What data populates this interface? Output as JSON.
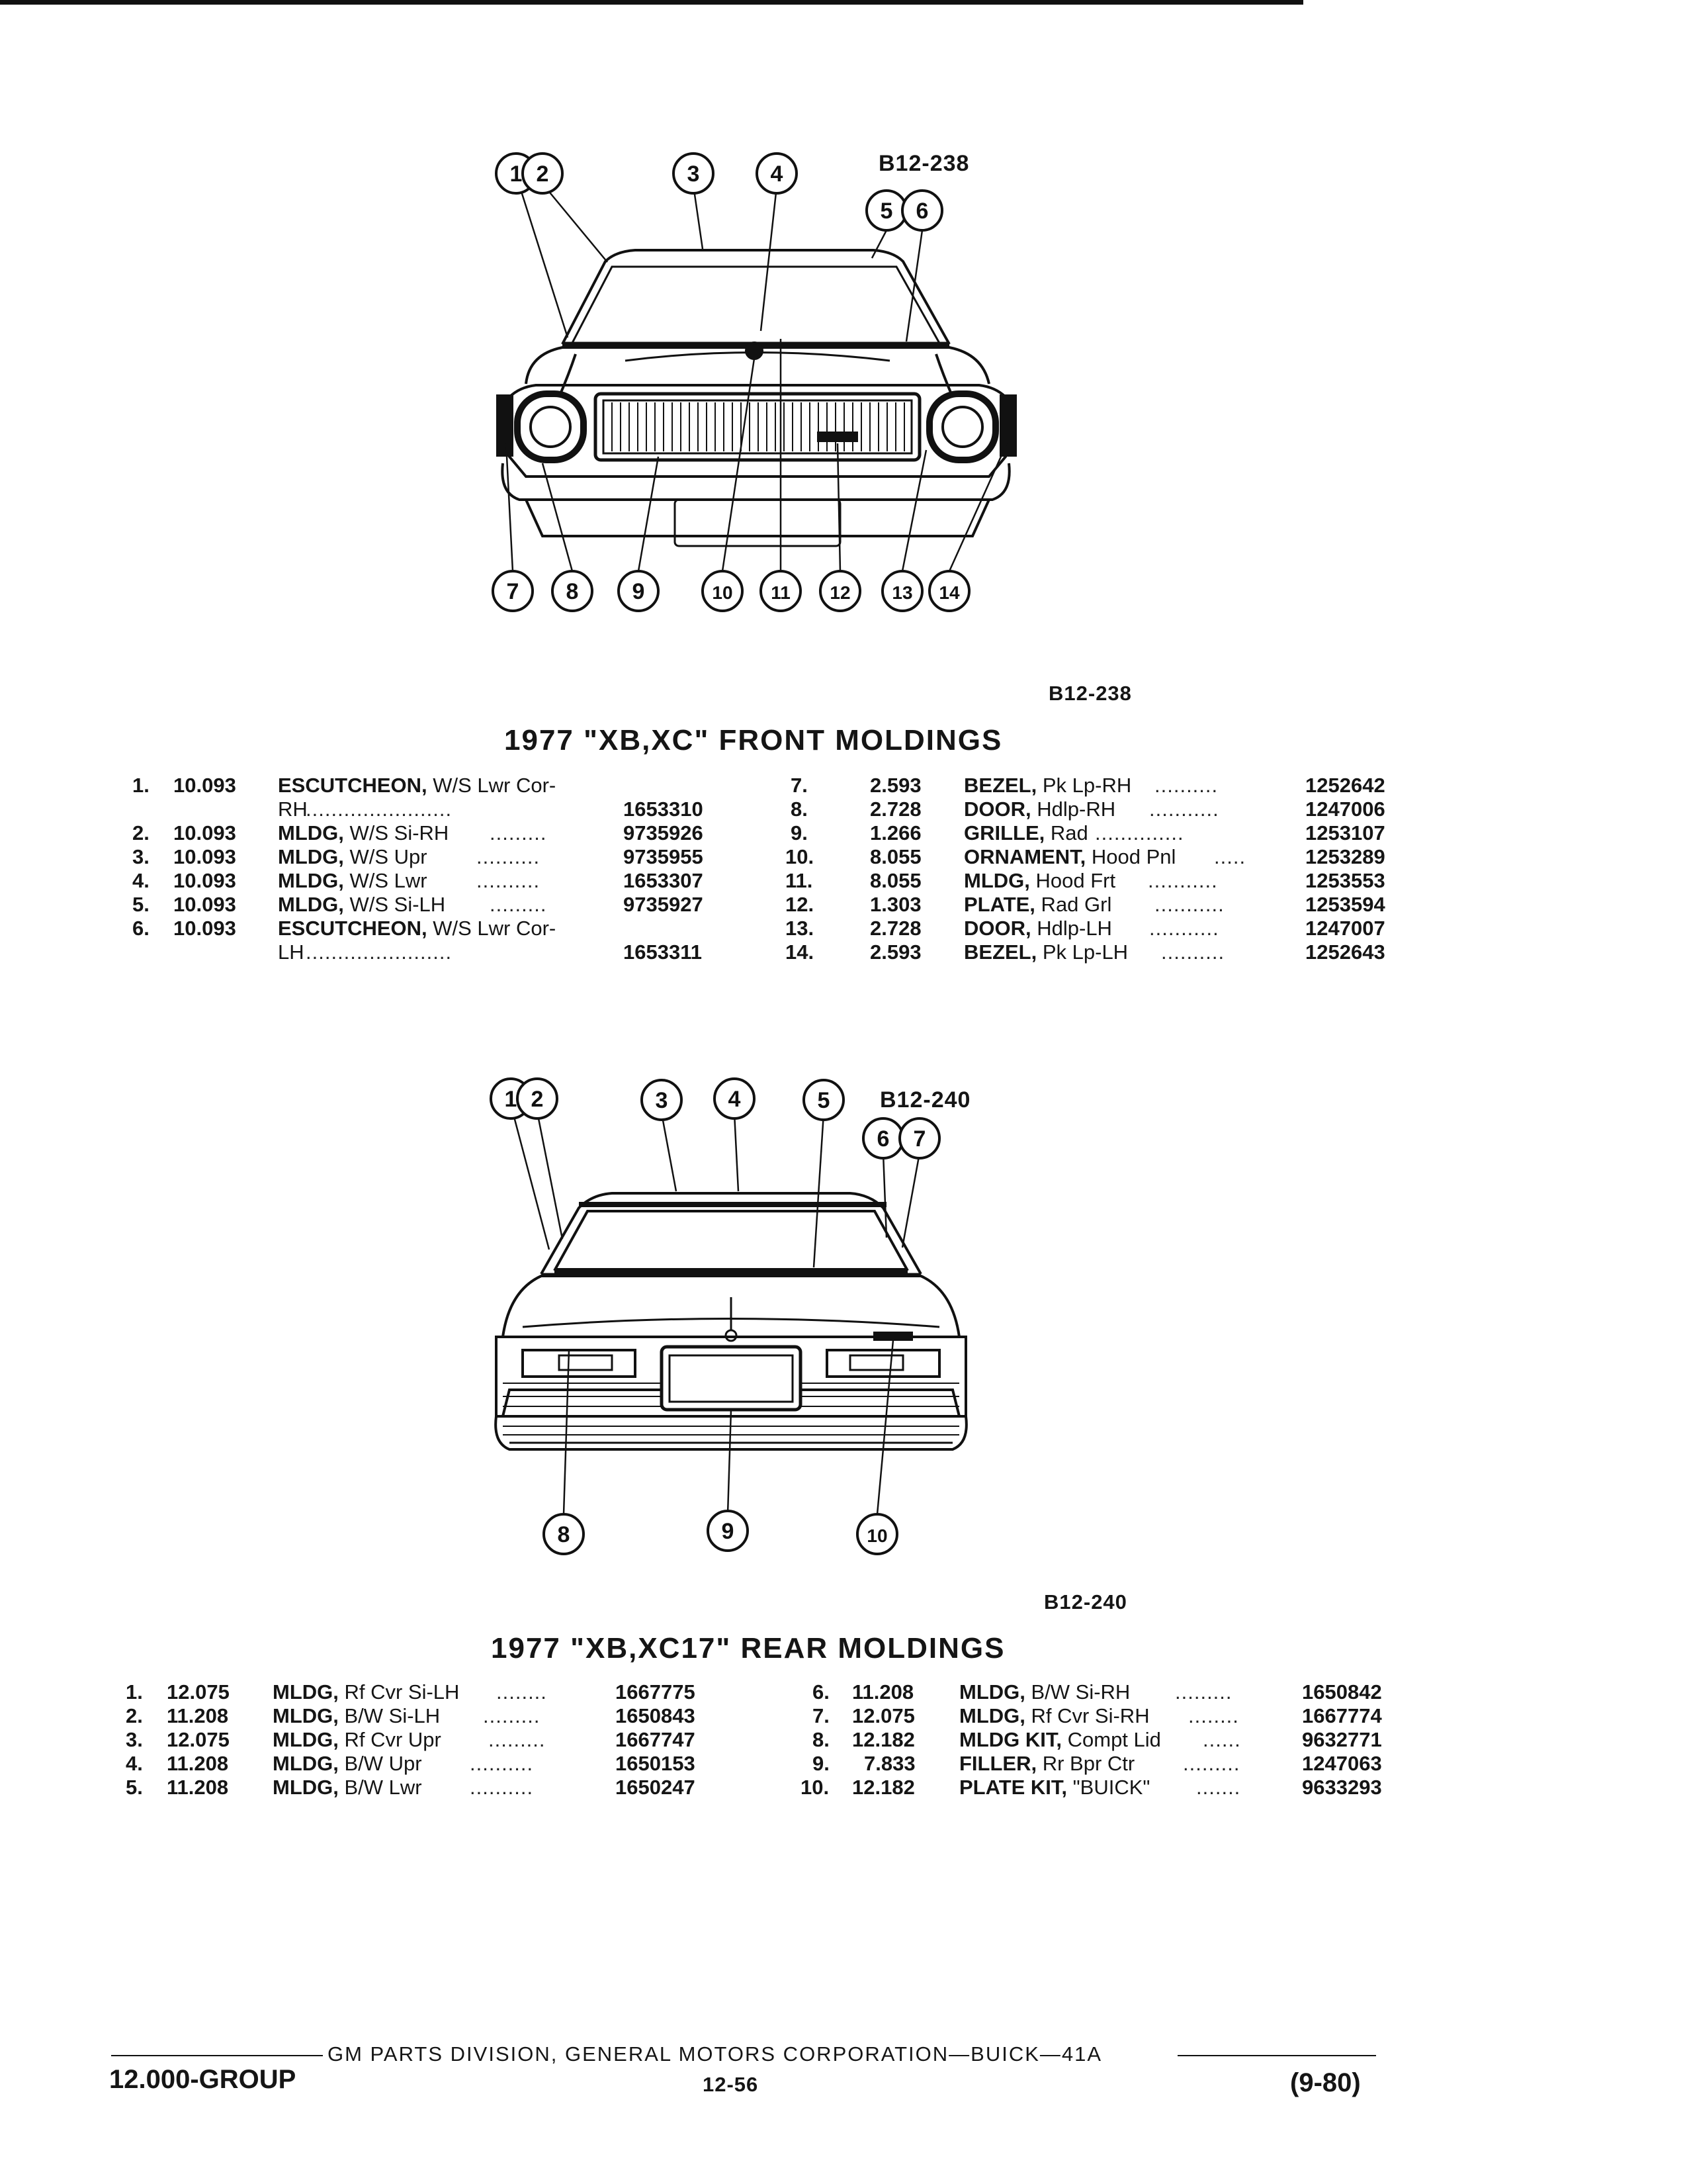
{
  "front": {
    "figure_ref_top": "B12-238",
    "figure_ref_bottom": "B12-238",
    "title": "1977 \"XB,XC\" FRONT MOLDINGS",
    "callouts_top": [
      "1",
      "2",
      "3",
      "4",
      "5",
      "6"
    ],
    "callouts_bottom": [
      "7",
      "8",
      "9",
      "10",
      "11",
      "12",
      "13",
      "14"
    ],
    "left_items": [
      {
        "no": "1.",
        "group": "10.093",
        "name": "ESCUTCHEON,",
        "desc": " W/S Lwr Cor-",
        "cont": "RH",
        "part": "1653310"
      },
      {
        "no": "2.",
        "group": "10.093",
        "name": "MLDG,",
        "desc": " W/S Si-RH",
        "part": "9735926"
      },
      {
        "no": "3.",
        "group": "10.093",
        "name": "MLDG,",
        "desc": " W/S Upr",
        "part": "9735955"
      },
      {
        "no": "4.",
        "group": "10.093",
        "name": "MLDG,",
        "desc": " W/S Lwr",
        "part": "1653307"
      },
      {
        "no": "5.",
        "group": "10.093",
        "name": "MLDG,",
        "desc": " W/S Si-LH",
        "part": "9735927"
      },
      {
        "no": "6.",
        "group": "10.093",
        "name": "ESCUTCHEON,",
        "desc": " W/S Lwr Cor-",
        "cont": "LH",
        "part": "1653311"
      }
    ],
    "right_items": [
      {
        "no": "7.",
        "group": "2.593",
        "name": "BEZEL,",
        "desc": " Pk Lp-RH",
        "part": "1252642"
      },
      {
        "no": "8.",
        "group": "2.728",
        "name": "DOOR,",
        "desc": " Hdlp-RH",
        "part": "1247006"
      },
      {
        "no": "9.",
        "group": "1.266",
        "name": "GRILLE,",
        "desc": " Rad",
        "part": "1253107"
      },
      {
        "no": "10.",
        "group": "8.055",
        "name": "ORNAMENT,",
        "desc": " Hood Pnl",
        "part": "1253289"
      },
      {
        "no": "11.",
        "group": "8.055",
        "name": "MLDG,",
        "desc": " Hood Frt",
        "part": "1253553"
      },
      {
        "no": "12.",
        "group": "1.303",
        "name": "PLATE,",
        "desc": " Rad Grl",
        "part": "1253594"
      },
      {
        "no": "13.",
        "group": "2.728",
        "name": "DOOR,",
        "desc": " Hdlp-LH",
        "part": "1247007"
      },
      {
        "no": "14.",
        "group": "2.593",
        "name": "BEZEL,",
        "desc": " Pk Lp-LH",
        "part": "1252643"
      }
    ]
  },
  "rear": {
    "figure_ref_top": "B12-240",
    "figure_ref_bottom": "B12-240",
    "title": "1977 \"XB,XC17\" REAR MOLDINGS",
    "callouts_top": [
      "1",
      "2",
      "3",
      "4",
      "5",
      "6",
      "7"
    ],
    "callouts_bottom": [
      "8",
      "9",
      "10"
    ],
    "left_items": [
      {
        "no": "1.",
        "group": "12.075",
        "name": "MLDG,",
        "desc": " Rf Cvr Si-LH",
        "part": "1667775"
      },
      {
        "no": "2.",
        "group": "11.208",
        "name": "MLDG,",
        "desc": " B/W Si-LH",
        "part": "1650843"
      },
      {
        "no": "3.",
        "group": "12.075",
        "name": "MLDG,",
        "desc": " Rf Cvr Upr",
        "part": "1667747"
      },
      {
        "no": "4.",
        "group": "11.208",
        "name": "MLDG,",
        "desc": " B/W Upr",
        "part": "1650153"
      },
      {
        "no": "5.",
        "group": "11.208",
        "name": "MLDG,",
        "desc": " B/W Lwr",
        "part": "1650247"
      }
    ],
    "right_items": [
      {
        "no": "6.",
        "group": "11.208",
        "name": "MLDG,",
        "desc": " B/W Si-RH",
        "part": "1650842"
      },
      {
        "no": "7.",
        "group": "12.075",
        "name": "MLDG,",
        "desc": " Rf Cvr Si-RH",
        "part": "1667774"
      },
      {
        "no": "8.",
        "group": "12.182",
        "name": "MLDG KIT,",
        "desc": " Compt Lid",
        "part": "9632771"
      },
      {
        "no": "9.",
        "group": "7.833",
        "name": "FILLER,",
        "desc": " Rr Bpr Ctr",
        "part": "1247063"
      },
      {
        "no": "10.",
        "group": "12.182",
        "name": "PLATE KIT,",
        "desc": " \"BUICK\"",
        "part": "9633293"
      }
    ]
  },
  "footer": {
    "publisher": "GM PARTS DIVISION, GENERAL MOTORS CORPORATION—BUICK—41A",
    "group": "12.000-GROUP",
    "page": "12-56",
    "date": "(9-80)"
  }
}
